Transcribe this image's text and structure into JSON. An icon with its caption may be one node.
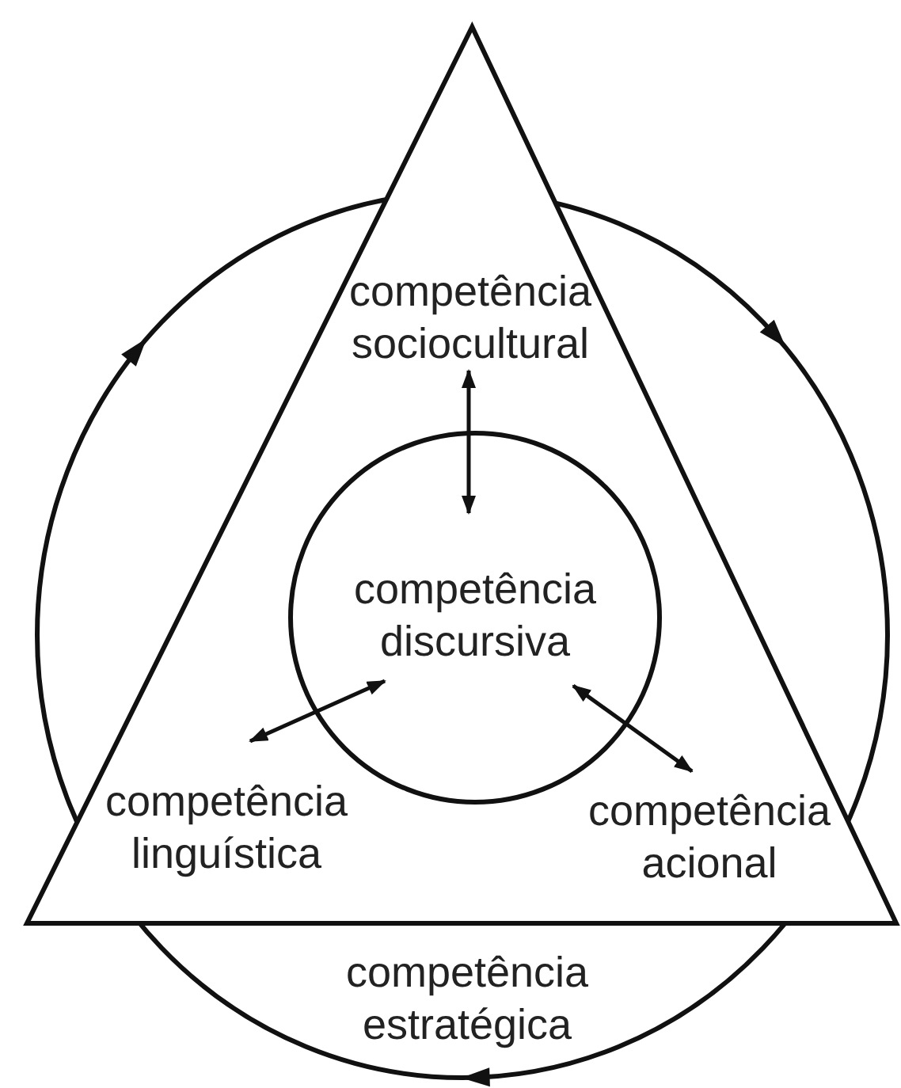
{
  "diagram": {
    "nodes": [
      {
        "text": [
          "competência estratégica"
        ]
      },
      {
        "text": [
          "competência sociocultural"
        ],
        "in": 0
      },
      {
        "text": [
          "competência discursiva"
        ],
        "in": 0
      },
      {
        "text": [
          "competência linguística"
        ],
        "in": 0
      },
      {
        "text": [
          "competência acional"
        ],
        "in": 0
      }
    ],
    "edges": [
      {
        "from": 1,
        "to": 2,
        "arrow": "both"
      },
      {
        "from": 2,
        "to": 3,
        "arrow": "both"
      },
      {
        "from": 2,
        "to": 4,
        "arrow": "both"
      }
    ]
  }
}
